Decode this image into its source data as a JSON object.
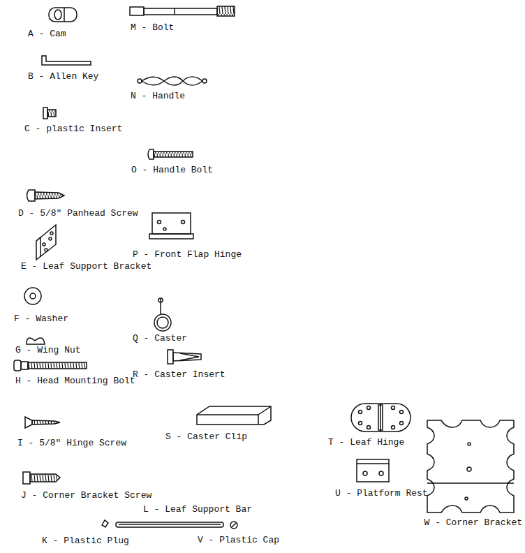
{
  "diagram": {
    "labels": [
      "A - Cam",
      "M - Bolt",
      "B - Allen Key",
      "N - Handle",
      "C - plastic Insert",
      "O - Handle Bolt",
      "D - 5/8\" Panhead Screw",
      "E - Leaf Support Bracket",
      "P - Front Flap Hinge",
      "F - Washer",
      "Q - Caster",
      "G - Wing Nut",
      "H - Head Mounting Bolt",
      "R - Caster Insert",
      "I - 5/8\" Hinge Screw",
      "S - Caster Clip",
      "T - Leaf Hinge",
      "J - Corner Bracket Screw",
      "U - Platform Rest",
      "L - Leaf Support Bar",
      "W - Corner Bracket",
      "K - Plastic Plug",
      "V - Plastic Cap"
    ]
  }
}
